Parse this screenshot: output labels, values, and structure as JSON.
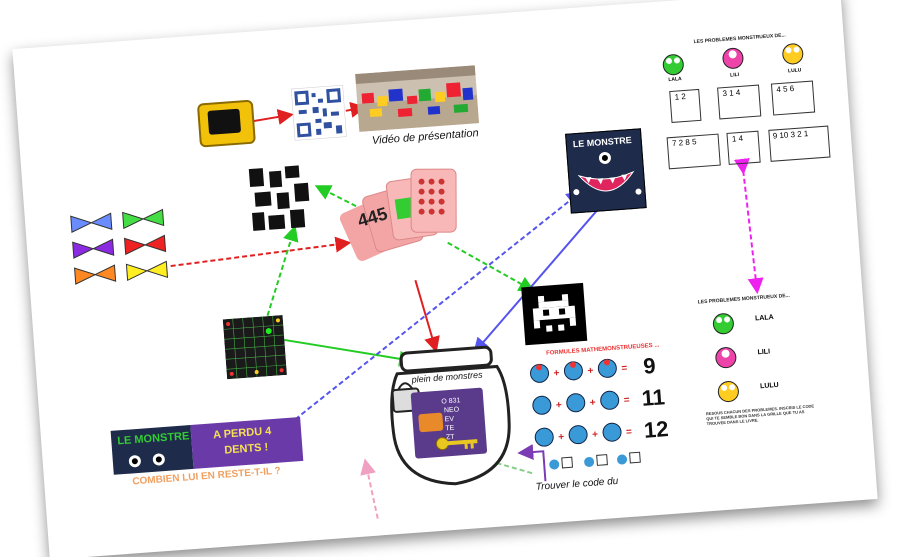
{
  "video": {
    "caption": "Vidéo de présentation"
  },
  "monster_card": {
    "title": "LE MONSTRE"
  },
  "banner": {
    "title": "LE MONSTRE",
    "lost_text_line1": "A PERDU 4",
    "lost_text_line2": "DENTS !",
    "question": "COMBIEN LUI EN RESTE-T-IL ?"
  },
  "jar": {
    "label": "plein de monstres",
    "grid_rows": [
      "O 831",
      "NEO",
      "EV",
      "TE",
      "ZT"
    ]
  },
  "code": {
    "label": "Trouver le code du"
  },
  "cards": {
    "numbers": "445"
  },
  "equations": {
    "title": "FORMULES MATHEMONSTRUEUSES ...",
    "results": [
      "9",
      "11",
      "12"
    ]
  },
  "problems_top": {
    "title": "LES PROBLEMES MONSTRUEUX DE...",
    "names": [
      "LALA",
      "LILI",
      "LULU"
    ],
    "grids": [
      "1 2",
      "3 1 4",
      "4 5 6",
      "7 2 8 5",
      "1 4",
      "9 10 3 2 1"
    ]
  },
  "problems_bottom": {
    "title": "LES PROBLEMES MONSTRUEUX DE...",
    "names": [
      "LALA",
      "LILI",
      "LULU"
    ],
    "instructions": "RESOUS CHACUN DES PROBLEMES. INSCRIS LE CODE QUI TE SEMBLE BON DANS LA GRILLE QUE TU AS TROUVEE DANS LE LIVRE."
  },
  "colors": {
    "red": "#e02020",
    "green": "#22cc22",
    "blue": "#5555ee",
    "magenta": "#ee22ee",
    "pink": "#f0a0c0",
    "purple": "#7a3bb5"
  }
}
